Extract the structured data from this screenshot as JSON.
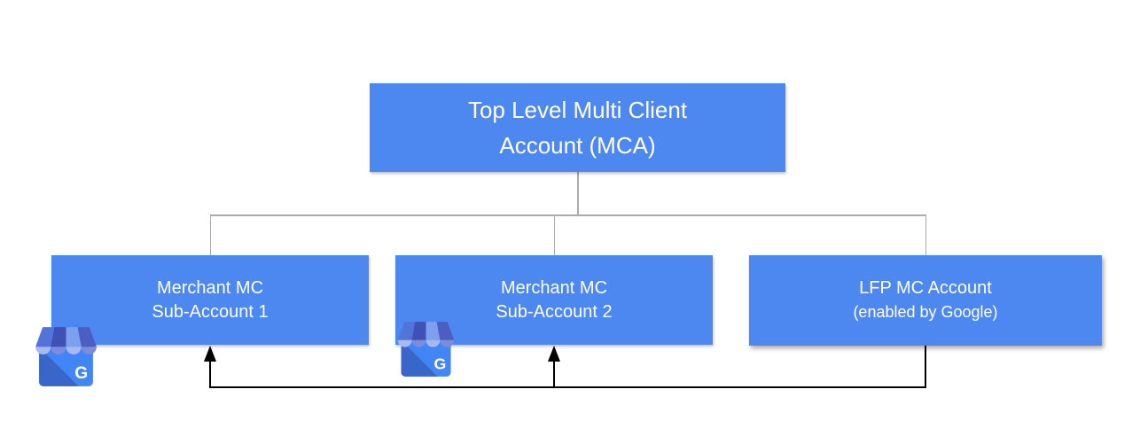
{
  "diagram": {
    "root": {
      "line1": "Top Level Multi Client",
      "line2": "Account (MCA)"
    },
    "children": [
      {
        "line1": "Merchant MC",
        "line2": "Sub-Account 1"
      },
      {
        "line1": "Merchant MC",
        "line2": "Sub-Account 2"
      },
      {
        "line1": "LFP MC Account",
        "line2": "(enabled by Google)"
      }
    ],
    "icon_letter": "G"
  },
  "icons": {
    "business_icon": "google-my-business-storefront-icon"
  },
  "colors": {
    "node_fill": "#4D87F0",
    "node_text": "#FFFFFF",
    "tree_connector": "#ABABAB",
    "feedback_arrow": "#000000",
    "icon_body": "#4285F4",
    "awning_dark": "#3F51B5",
    "awning_medium": "#5274D9",
    "awning_light": "#7C9FEE",
    "scallop_light": "#A7B9F0",
    "scallop_medium": "#7B8CDC"
  }
}
